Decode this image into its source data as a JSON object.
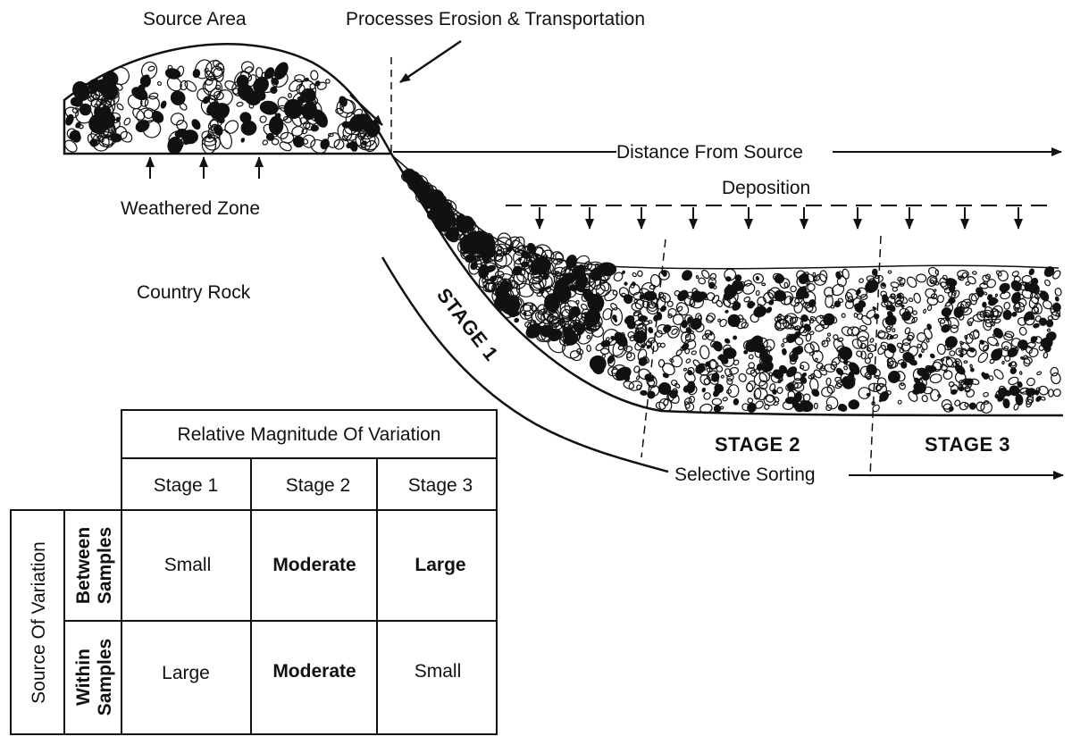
{
  "diagram": {
    "labels": {
      "source_area": "Source Area",
      "processes": "Processes Erosion & Transportation",
      "distance": "Distance From Source",
      "deposition": "Deposition",
      "weathered_zone": "Weathered Zone",
      "country_rock": "Country Rock",
      "selective_sorting": "Selective Sorting"
    },
    "stages": {
      "stage1": "STAGE 1",
      "stage2": "STAGE 2",
      "stage3": "STAGE 3"
    }
  },
  "table": {
    "title": "Relative Magnitude Of Variation",
    "columns": [
      "Stage 1",
      "Stage 2",
      "Stage 3"
    ],
    "row_group": "Source Of Variation",
    "rows": [
      {
        "label_line1": "Between",
        "label_line2": "Samples",
        "values": [
          "Small",
          "Moderate",
          "Large"
        ]
      },
      {
        "label_line1": "Within",
        "label_line2": "Samples",
        "values": [
          "Large",
          "Moderate",
          "Small"
        ]
      }
    ]
  },
  "colors": {
    "ink": "#111111",
    "paper": "#ffffff"
  }
}
